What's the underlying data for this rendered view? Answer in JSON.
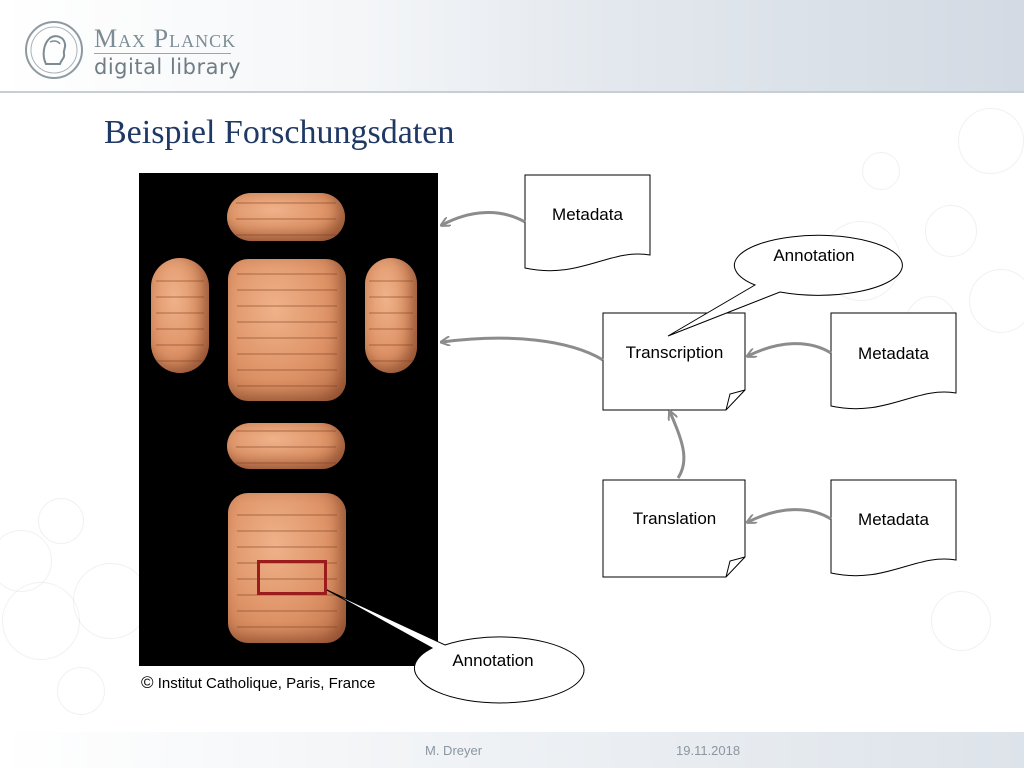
{
  "logo": {
    "line1": "Max Planck",
    "line2": "digital library"
  },
  "title": "Beispiel Forschungsdaten",
  "nodes": {
    "metadata_top": "Metadata",
    "annotation_top": "Annotation",
    "transcription": "Transcription",
    "metadata_mid": "Metadata",
    "translation": "Translation",
    "metadata_bottom": "Metadata",
    "annotation_bottom": "Annotation"
  },
  "credit": {
    "symbol": "©",
    "text": "Institut Catholique, Paris, France"
  },
  "footer": {
    "author": "M. Dreyer",
    "date": "19.11.2018"
  },
  "colors": {
    "title": "#1f3864",
    "arrow": "#8c8c8c",
    "annotation_box": "#9b1c1c"
  }
}
